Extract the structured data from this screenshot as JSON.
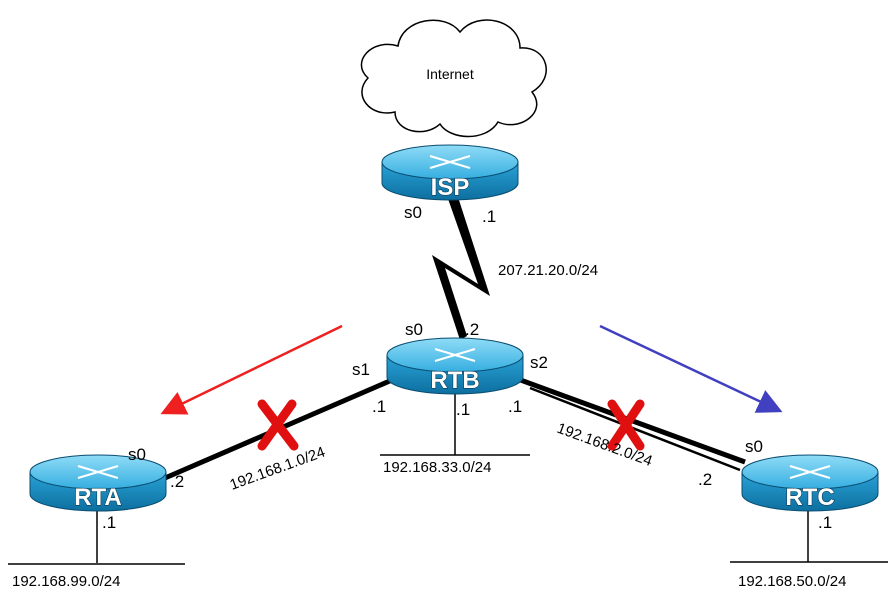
{
  "cloud": {
    "label": "Internet"
  },
  "routers": {
    "isp": {
      "name": "ISP"
    },
    "rtb": {
      "name": "RTB"
    },
    "rta": {
      "name": "RTA"
    },
    "rtc": {
      "name": "RTC"
    }
  },
  "interfaces": {
    "isp_s0": "s0",
    "isp_s0_ip": ".1",
    "rtb_s0": "s0",
    "rtb_s0_ip": ".2",
    "rtb_s1": "s1",
    "rtb_s1_ip": ".1",
    "rtb_s2": "s2",
    "rtb_s2_ip": ".1",
    "rtb_lan_ip": ".1",
    "rta_s0": "s0",
    "rta_s0_ip": ".2",
    "rta_lan_ip": ".1",
    "rtc_s0": "s0",
    "rtc_s0_ip": ".2",
    "rtc_lan_ip": ".1"
  },
  "networks": {
    "wan_isp": "207.21.20.0/24",
    "rtb_lan": "192.168.33.0/24",
    "link_rta": "192.168.1.0/24",
    "link_rtc": "192.168.2.0/24",
    "rta_lan": "192.168.99.0/24",
    "rtc_lan": "192.168.50.0/24"
  },
  "colors": {
    "router_body": "#1f8fc7",
    "router_top": "#3cb6e8",
    "failure_x": "#e01010",
    "arrow_left": "#ee2020",
    "arrow_right": "#4040c0"
  }
}
